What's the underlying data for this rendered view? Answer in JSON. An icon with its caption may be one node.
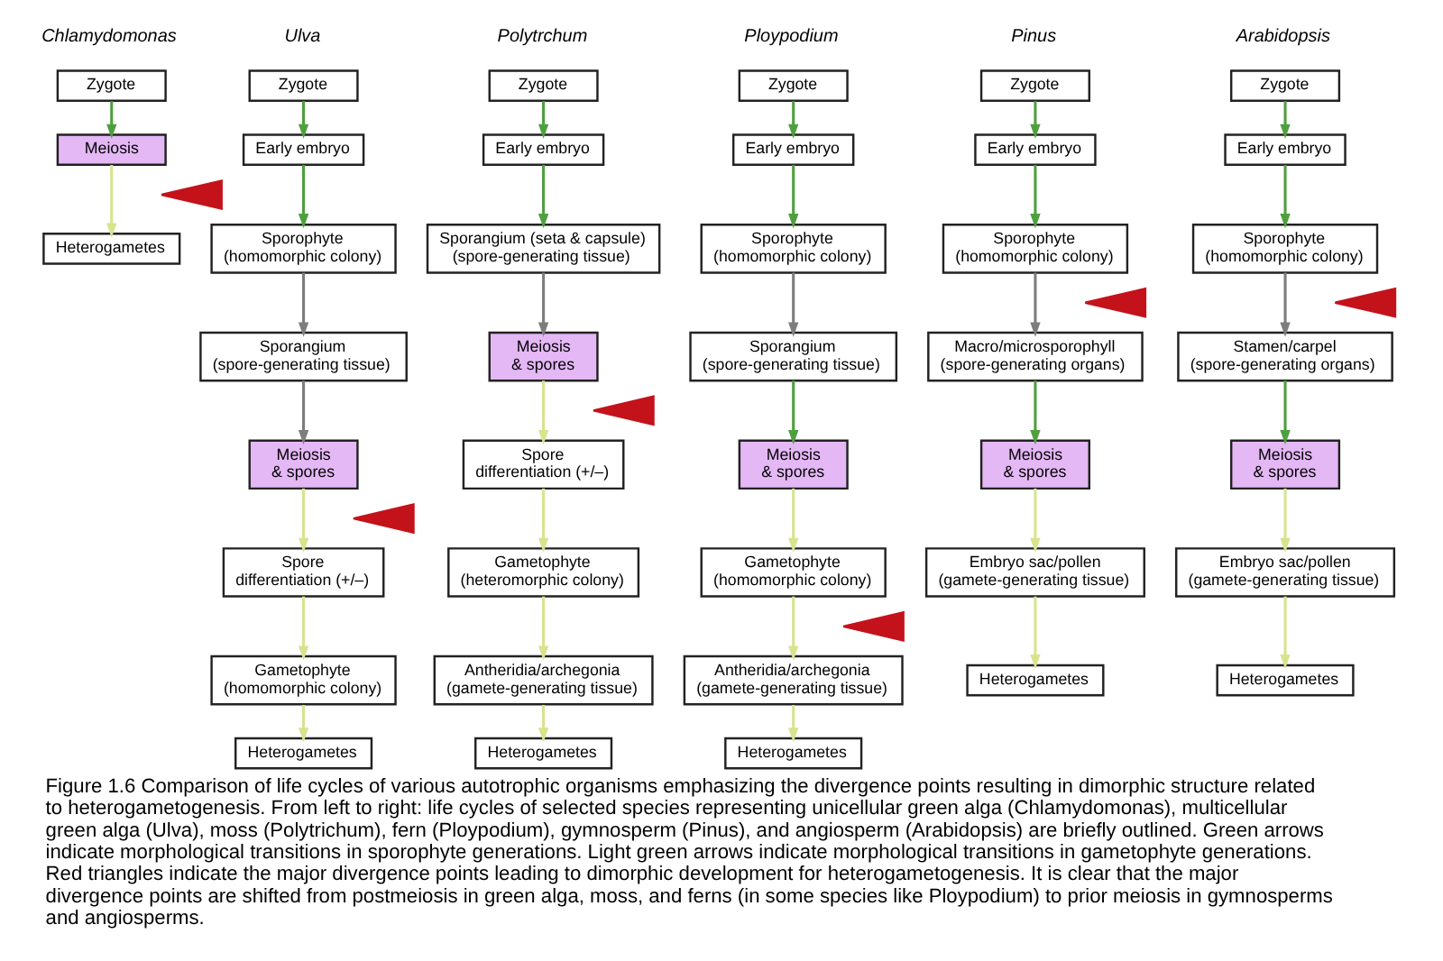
{
  "diagram": {
    "caption": "Figure 1.6 Comparison of life cycles of various autotrophic organisms emphasizing the divergence points resulting in dimorphic structure related to heterogametogenesis. From left to right: life cycles of selected species representing unicellular green alga (Chlamydomonas), multicellular green alga (Ulva), moss (Polytrichum), fern (Ploypodium), gymnosperm (Pinus), and angiosperm (Arabidopsis) are briefly outlined. Green arrows indicate morphological transitions in sporophyte generations. Light green arrows indicate morphological transitions in gametophyte generations. Red triangles indicate the major divergence points leading to dimorphic development for heterogametogenesis. It is clear that the major divergence points are shifted from postmeiosis in green alga, moss, and ferns (in some species like Ploypodium) to prior meiosis in gymnosperms and angiosperms.",
    "nodes": [
      {
        "text": [
          "Zygote"
        ]
      },
      {
        "text": [
          "Meiosis"
        ]
      },
      {
        "text": [],
        "shape": "triangle"
      },
      {
        "text": [
          "Heterogametes"
        ]
      },
      {
        "text": [
          "Zygote"
        ]
      },
      {
        "text": [
          "Early embryo"
        ]
      },
      {
        "text": [
          "Sporophyte (homomorphic colony)"
        ]
      },
      {
        "text": [
          "Sporangium (spore-generating tissue)"
        ]
      },
      {
        "text": [
          "Meiosis & spores"
        ]
      },
      {
        "text": [],
        "shape": "triangle"
      },
      {
        "text": [
          "Spore differentiation (+/–)"
        ]
      },
      {
        "text": [
          "Gametophyte (homomorphic colony)"
        ]
      },
      {
        "text": [
          "Heterogametes"
        ]
      },
      {
        "text": [
          "Zygote"
        ]
      },
      {
        "text": [
          "Early embryo"
        ]
      },
      {
        "text": [
          "Sporangium (seta & capsule) (spore-generating tissue)"
        ]
      },
      {
        "text": [
          "Meiosis & spores"
        ]
      },
      {
        "text": [],
        "shape": "triangle"
      },
      {
        "text": [
          "Spore differentiation (+/–)"
        ]
      },
      {
        "text": [
          "Gametophyte (heteromorphic colony)"
        ]
      },
      {
        "text": [
          "Antheridia/archegonia (gamete-generating tissue)"
        ]
      },
      {
        "text": [
          "Heterogametes"
        ]
      },
      {
        "text": [
          "Zygote"
        ]
      },
      {
        "text": [
          "Early embryo"
        ]
      },
      {
        "text": [
          "Sporophyte (homomorphic colony)"
        ]
      },
      {
        "text": [
          "Sporangium (spore-generating tissue)"
        ]
      },
      {
        "text": [
          "Meiosis & spores"
        ]
      },
      {
        "text": [
          "Gametophyte (homomorphic colony)"
        ]
      },
      {
        "text": [],
        "shape": "triangle"
      },
      {
        "text": [
          "Antheridia/archegonia (gamete-generating tissue)"
        ]
      },
      {
        "text": [
          "Heterogametes"
        ]
      },
      {
        "text": [
          "Zygote"
        ]
      },
      {
        "text": [
          "Early embryo"
        ]
      },
      {
        "text": [
          "Sporophyte (homomorphic colony)"
        ]
      },
      {
        "text": [],
        "shape": "triangle"
      },
      {
        "text": [
          "Macro/microsporophyll (spore-generating organs)"
        ]
      },
      {
        "text": [
          "Meiosis & spores"
        ]
      },
      {
        "text": [
          "Embryo sac/pollen (gamete-generating tissue)"
        ]
      },
      {
        "text": [
          "Heterogametes"
        ]
      },
      {
        "text": [
          "Zygote"
        ]
      },
      {
        "text": [
          "Early embryo"
        ]
      },
      {
        "text": [
          "Sporophyte (homomorphic colony)"
        ]
      },
      {
        "text": [],
        "shape": "triangle"
      },
      {
        "text": [
          "Stamen/carpel (spore-generating organs)"
        ]
      },
      {
        "text": [
          "Meiosis & spores"
        ]
      },
      {
        "text": [
          "Embryo sac/pollen (gamete-generating tissue)"
        ]
      },
      {
        "text": [
          "Heterogametes"
        ]
      }
    ],
    "edges": [
      {
        "from": 0,
        "to": 1,
        "arrow": "to",
        "color": "#4f9f3f"
      },
      {
        "from": 1,
        "to": 3,
        "arrow": "to"
      },
      {
        "from": 4,
        "to": 5,
        "arrow": "to",
        "color": "#4f9f3f"
      },
      {
        "from": 5,
        "to": 6,
        "arrow": "to",
        "color": "#4f9f3f"
      },
      {
        "from": 6,
        "to": 7,
        "arrow": "to",
        "color": "#7d7d7d"
      },
      {
        "from": 7,
        "to": 8,
        "arrow": "to",
        "color": "#7d7d7d"
      },
      {
        "from": 8,
        "to": 10,
        "arrow": "to"
      },
      {
        "from": 10,
        "to": 11,
        "arrow": "to"
      },
      {
        "from": 11,
        "to": 12,
        "arrow": "to"
      },
      {
        "from": 13,
        "to": 14,
        "arrow": "to",
        "color": "#4f9f3f"
      },
      {
        "from": 14,
        "to": 15,
        "arrow": "to",
        "color": "#4f9f3f"
      },
      {
        "from": 15,
        "to": 16,
        "arrow": "to",
        "color": "#7d7d7d"
      },
      {
        "from": 16,
        "to": 18,
        "arrow": "to"
      },
      {
        "from": 18,
        "to": 19,
        "arrow": "to"
      },
      {
        "from": 19,
        "to": 20,
        "arrow": "to"
      },
      {
        "from": 20,
        "to": 21,
        "arrow": "to"
      },
      {
        "from": 22,
        "to": 23,
        "arrow": "to",
        "color": "#4f9f3f"
      },
      {
        "from": 23,
        "to": 24,
        "arrow": "to",
        "color": "#4f9f3f"
      },
      {
        "from": 24,
        "to": 25,
        "arrow": "to",
        "color": "#7d7d7d"
      },
      {
        "from": 25,
        "to": 26,
        "arrow": "to",
        "color": "#4f9f3f"
      },
      {
        "from": 26,
        "to": 27,
        "arrow": "to"
      },
      {
        "from": 27,
        "to": 29,
        "arrow": "to"
      },
      {
        "from": 29,
        "to": 30,
        "arrow": "to"
      },
      {
        "from": 31,
        "to": 32,
        "arrow": "to",
        "color": "#4f9f3f"
      },
      {
        "from": 32,
        "to": 33,
        "arrow": "to",
        "color": "#4f9f3f"
      },
      {
        "from": 33,
        "to": 35,
        "arrow": "to",
        "color": "#7d7d7d"
      },
      {
        "from": 35,
        "to": 36,
        "arrow": "to",
        "color": "#4f9f3f"
      },
      {
        "from": 36,
        "to": 37,
        "arrow": "to"
      },
      {
        "from": 37,
        "to": 38,
        "arrow": "to"
      },
      {
        "from": 39,
        "to": 40,
        "arrow": "to",
        "color": "#4f9f3f"
      },
      {
        "from": 40,
        "to": 41,
        "arrow": "to",
        "color": "#4f9f3f"
      },
      {
        "from": 41,
        "to": 43,
        "arrow": "to",
        "color": "#7d7d7d"
      },
      {
        "from": 43,
        "to": 44,
        "arrow": "to",
        "color": "#4f9f3f"
      },
      {
        "from": 44,
        "to": 45,
        "arrow": "to"
      },
      {
        "from": 45,
        "to": 46,
        "arrow": "to"
      }
    ],
    "labels": [
      "Chlamydomonas",
      "Ulva",
      "Polytrchum",
      "Ploypodium",
      "Pinus",
      "Arabidopsis"
    ]
  }
}
